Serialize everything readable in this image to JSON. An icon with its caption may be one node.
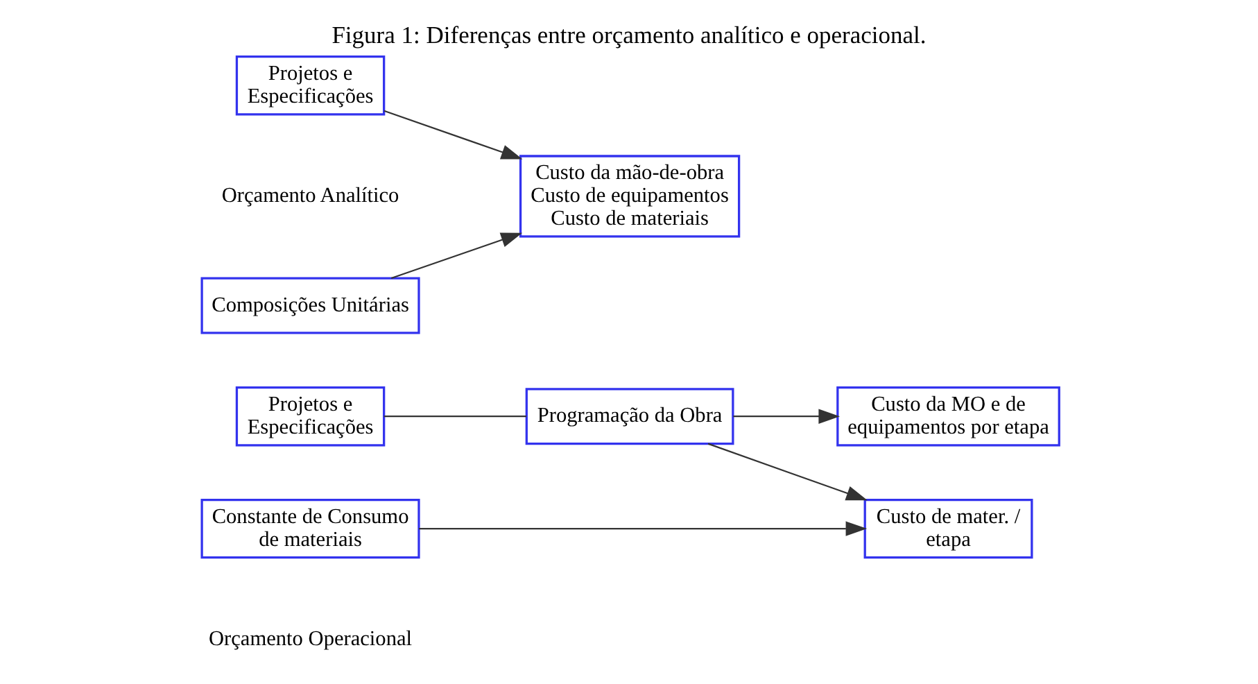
{
  "diagram": {
    "title": "Figura 1: Diferenças entre orçamento analítico e operacional.",
    "nodes": [
      {
        "text": [
          "Projetos e Especificações"
        ]
      },
      {
        "text": [
          "Composições Unitárias"
        ]
      },
      {
        "text": [
          "Custo da mão-de-obra",
          "Custo de equipamentos",
          "Custo de materiais"
        ]
      },
      {
        "text": [
          "Projetos e Especificações"
        ]
      },
      {
        "text": [
          "Programação da Obra"
        ]
      },
      {
        "text": [
          "Custo da MO e de equipamentos por etapa"
        ]
      },
      {
        "text": [
          "Constante de Consumo de materiais"
        ]
      },
      {
        "text": [
          "Custo de mater. / etapa"
        ]
      }
    ],
    "edges": [
      {
        "from": 0,
        "to": 2,
        "arrow": "to"
      },
      {
        "from": 1,
        "to": 2,
        "arrow": "to"
      },
      {
        "from": 3,
        "to": 4,
        "arrow": "none"
      },
      {
        "from": 4,
        "to": 5,
        "arrow": "to"
      },
      {
        "from": 4,
        "to": 7,
        "arrow": "to"
      },
      {
        "from": 6,
        "to": 7,
        "arrow": "to"
      }
    ],
    "labels": [
      "Orçamento Analítico",
      "Orçamento Operacional"
    ]
  }
}
